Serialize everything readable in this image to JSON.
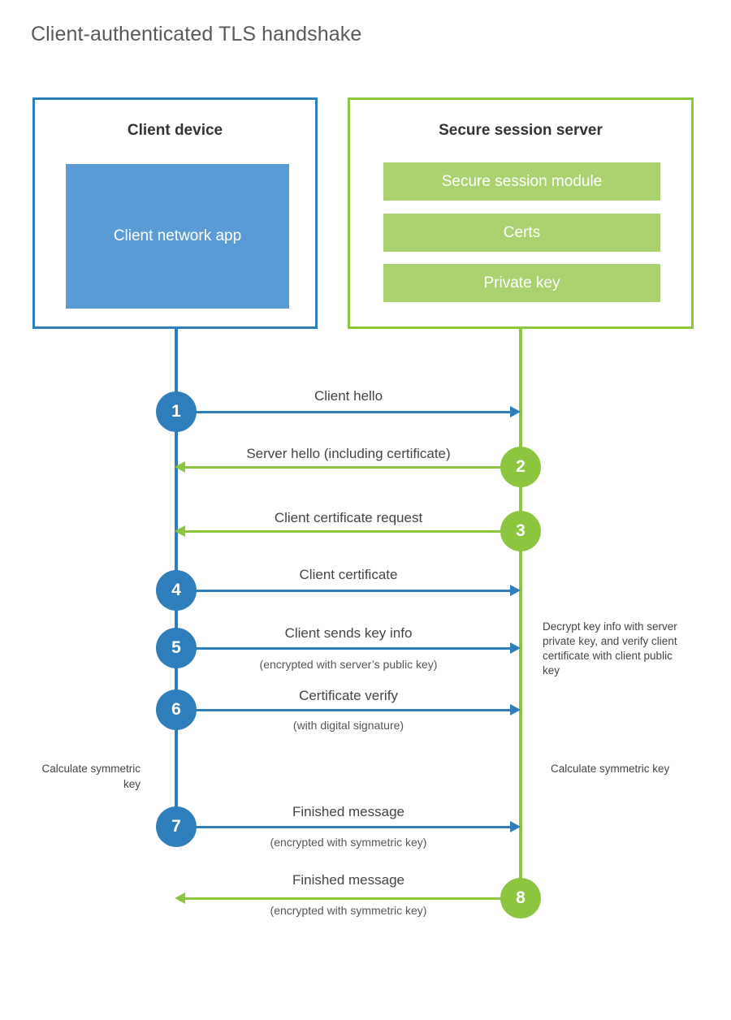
{
  "title": "Client-authenticated TLS handshake",
  "colors": {
    "blue_border": "#2E7EBB",
    "blue_fill": "#5B9BD5",
    "green_border": "#8CC63E",
    "green_fill": "#A9D170",
    "text": "#444444"
  },
  "actors": {
    "client": {
      "title": "Client device",
      "block": "Client network app"
    },
    "server": {
      "title": "Secure session server",
      "blocks": [
        "Secure session module",
        "Certs",
        "Private key"
      ]
    }
  },
  "steps": [
    {
      "number": "1",
      "label": "Client hello",
      "sublabel": "",
      "direction": "client-to-server",
      "color": "blue"
    },
    {
      "number": "2",
      "label": "Server hello (including certificate)",
      "sublabel": "",
      "direction": "server-to-client",
      "color": "green"
    },
    {
      "number": "3",
      "label": "Client certificate request",
      "sublabel": "",
      "direction": "server-to-client",
      "color": "green"
    },
    {
      "number": "4",
      "label": "Client certificate",
      "sublabel": "",
      "direction": "client-to-server",
      "color": "blue"
    },
    {
      "number": "5",
      "label": "Client sends key info",
      "sublabel": "(encrypted with server’s public key)",
      "direction": "client-to-server",
      "color": "blue"
    },
    {
      "number": "6",
      "label": "Certificate verify",
      "sublabel": "(with digital signature)",
      "direction": "client-to-server",
      "color": "blue"
    },
    {
      "number": "7",
      "label": "Finished message",
      "sublabel": "(encrypted with symmetric key)",
      "direction": "client-to-server",
      "color": "blue"
    },
    {
      "number": "8",
      "label": "Finished message",
      "sublabel": "(encrypted with symmetric key)",
      "direction": "server-to-client",
      "color": "green"
    }
  ],
  "notes": {
    "decrypt": "Decrypt key info with server private key, and verify client certificate with client public key",
    "calculate_client": "Calculate symmetric key",
    "calculate_server": "Calculate symmetric key"
  }
}
